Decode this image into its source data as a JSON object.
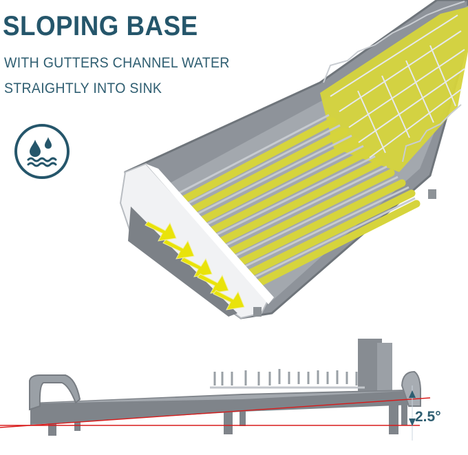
{
  "headline": "SLOPING BASE",
  "subline_1": "WITH GUTTERS CHANNEL WATER",
  "subline_2": "STRAIGHTLY INTO SINK",
  "slope_angle": "2.5°",
  "icon": "water-drops-icon",
  "colors": {
    "brand": "#25566b",
    "tray_gray": "#8b9095",
    "drain_yellow": "#d6d43c",
    "slope_line": "#d81a1a"
  }
}
